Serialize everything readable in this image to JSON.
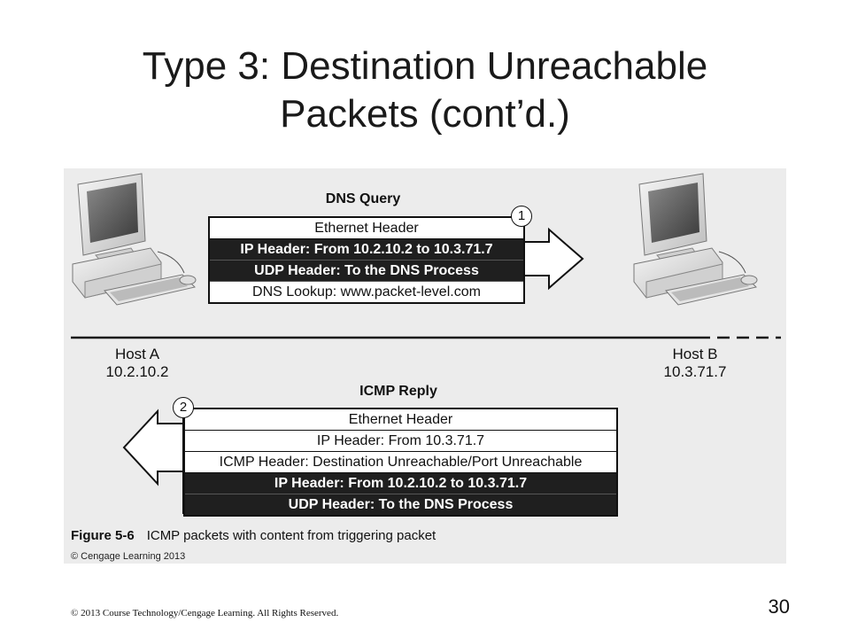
{
  "slide": {
    "title_line1": "Type 3: Destination Unreachable",
    "title_line2": "Packets (cont’d.)",
    "footer": "© 2013 Course Technology/Cengage Learning. All Rights Reserved.",
    "page_number": "30"
  },
  "figure": {
    "host_a": {
      "name": "Host A",
      "ip": "10.2.10.2"
    },
    "host_b": {
      "name": "Host B",
      "ip": "10.3.71.7"
    },
    "dns_query": {
      "label": "DNS Query",
      "step": "1",
      "rows": [
        {
          "text": "Ethernet Header",
          "dark": false
        },
        {
          "text": "IP Header: From 10.2.10.2 to 10.3.71.7",
          "dark": true
        },
        {
          "text": "UDP Header: To the DNS Process",
          "dark": true
        },
        {
          "text": "DNS Lookup: www.packet-level.com",
          "dark": false
        }
      ]
    },
    "icmp_reply": {
      "label": "ICMP Reply",
      "step": "2",
      "rows": [
        {
          "text": "Ethernet Header",
          "dark": false
        },
        {
          "text": "IP Header: From 10.3.71.7",
          "dark": false
        },
        {
          "text": "ICMP Header: Destination Unreachable/Port Unreachable",
          "dark": false
        },
        {
          "text": "IP Header: From 10.2.10.2 to 10.3.71.7",
          "dark": true
        },
        {
          "text": "UDP Header: To the DNS Process",
          "dark": true
        }
      ]
    },
    "caption_label": "Figure 5-6",
    "caption_text": "ICMP packets with content from triggering packet",
    "credit": "© Cengage Learning 2013"
  }
}
